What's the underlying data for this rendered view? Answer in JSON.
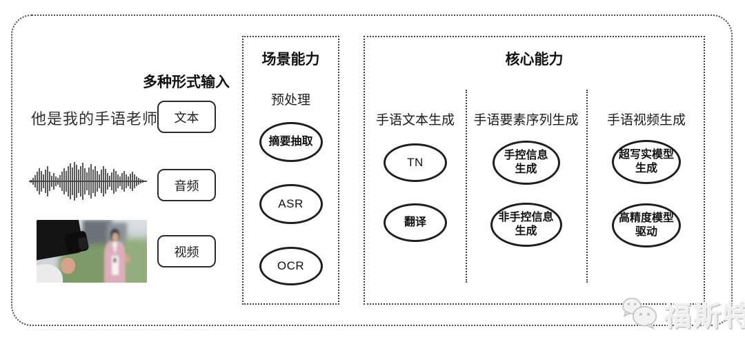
{
  "input": {
    "title": "多种形式输入",
    "text_sample": "他是我的手语老师",
    "buttons": [
      {
        "label": "文本"
      },
      {
        "label": "音频"
      },
      {
        "label": "视频"
      }
    ]
  },
  "scene": {
    "title": "场景能力",
    "subtitle": "预处理",
    "nodes": [
      "摘要抽取",
      "ASR",
      "OCR"
    ]
  },
  "core": {
    "title": "核心能力",
    "columns": [
      {
        "label": "手语文本生成",
        "nodes": [
          "TN",
          "翻译"
        ]
      },
      {
        "label": "手语要素序列生成",
        "nodes": [
          "手控信息\n生成",
          "非手控信息\n生成"
        ]
      },
      {
        "label": "手语视频生成",
        "nodes": [
          "超写实模型\n生成",
          "高精度模型\n驱动"
        ]
      }
    ]
  },
  "watermark": {
    "text": "福斯特",
    "icon": "wechat-logo"
  },
  "colors": {
    "line": "#2f2f2f",
    "box_border": "#2b2b2b",
    "watermark": "#efefef"
  }
}
